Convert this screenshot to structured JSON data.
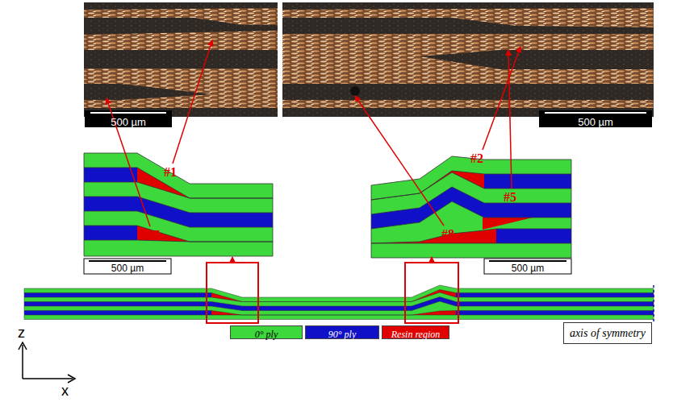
{
  "diagram": {
    "nodes": [
      {
        "text": [
          "axis of symmetry"
        ]
      }
    ],
    "labels": [
      "500 µm",
      "500 µm",
      "#1",
      "#7",
      "500 µm",
      "#2",
      "#5",
      "#8",
      "500 µm",
      "z",
      "x"
    ],
    "legend": [
      {
        "text": "0° ply",
        "color": "#3cd83c"
      },
      {
        "text": "90° ply",
        "color": "#1010c8"
      },
      {
        "text": "Resin region",
        "color": "#e00000"
      }
    ]
  }
}
